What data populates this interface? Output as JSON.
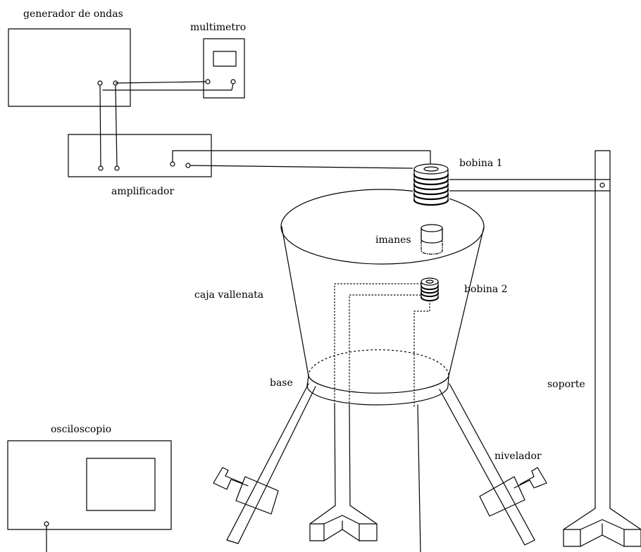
{
  "labels": {
    "generator": "generador de ondas",
    "multimeter": "multimetro",
    "amplifier": "amplificador",
    "coil1": "bobina 1",
    "magnets": "imanes",
    "box": "caja vallenata",
    "coil2": "bobina 2",
    "base": "base",
    "support": "soporte",
    "oscilloscope": "osciloscopio",
    "leveler": "nivelador"
  },
  "colors": {
    "line": "#000000",
    "background": "#ffffff"
  }
}
